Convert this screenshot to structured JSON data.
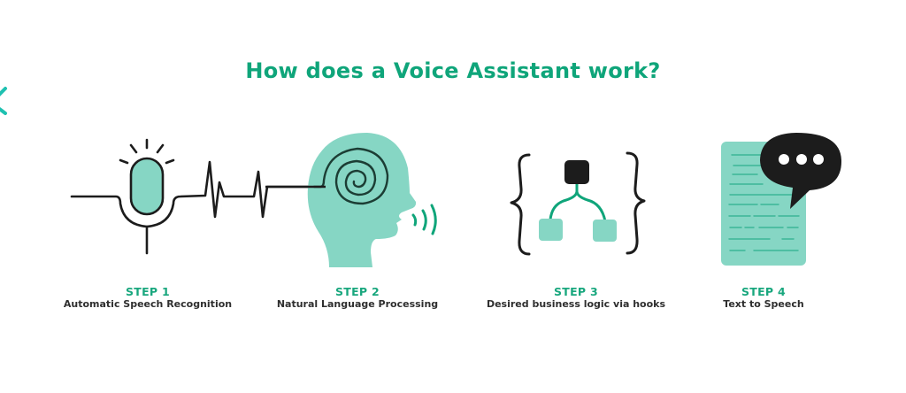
{
  "title": "How does a Voice Assistant work?",
  "colors": {
    "accent": "#0fa57a",
    "mint": "#86d6c4",
    "ink": "#1c1c1c",
    "text": "#2f2f2f",
    "edge_chevron": "#1fc1b1"
  },
  "steps": [
    {
      "label": "STEP 1",
      "description": "Automatic Speech Recognition",
      "icon": "microphone-waveform-icon"
    },
    {
      "label": "STEP 2",
      "description": "Natural Language Processing",
      "icon": "head-spiral-speaking-icon"
    },
    {
      "label": "STEP 3",
      "description": "Desired business logic via hooks",
      "icon": "logic-tree-braces-icon"
    },
    {
      "label": "STEP 4",
      "description": "Text to Speech",
      "icon": "document-speech-bubble-icon"
    }
  ]
}
